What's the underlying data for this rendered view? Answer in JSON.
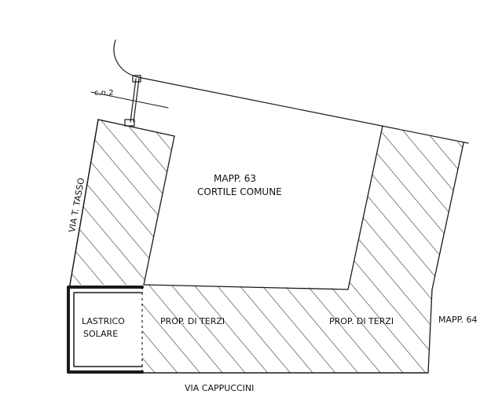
{
  "labels": {
    "mapp63": "MAPP. 63",
    "cortile": "CORTILE COMUNE",
    "via_tasso": "VIA T. TASSO",
    "cn2": "c.n.2",
    "lastrico_1": "LASTRICO",
    "lastrico_2": "SOLARE",
    "prop_terzi_left": "PROP. DI TERZI",
    "prop_terzi_right": "PROP. DI TERZI",
    "mapp64": "MAPP. 64",
    "via_cappuccini": "VIA CAPPUCCINI"
  }
}
